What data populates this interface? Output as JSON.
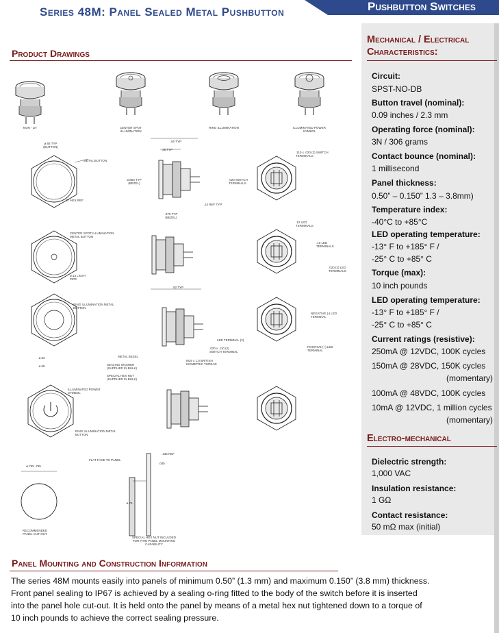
{
  "header": {
    "series_title": "Series 48M: Panel Sealed Metal Pushbutton",
    "category_tab": "Pushbutton Switches"
  },
  "drawings_section": {
    "title": "Product Drawings",
    "labels": {
      "non_lit": "NON - LIT",
      "center_spot": "CENTER SPOT ILLUMINATION",
      "ring": "RING ILLUMINATION",
      "illum_symbol": "ILLUMINATED POWER SYMBOL",
      "button_dia": "ø.65 TYP (BUTTON)",
      "metal_button": "METAL BUTTON",
      "hex_ref": "87 HEX REF",
      "bezel_dia": "ø.850 TYP (BEZEL)",
      "dim_60": ".60 TYP",
      "dim_38": ".38 TYP",
      "dim_14": ".14 REF TYP",
      "dim_070": ".070 TYP (BEZEL)",
      "switch_terminals_top": ".110 x .020 (2) SWITCH TERMINALS",
      "switch_terminals_side": ".020 SWITCH TERMINALS",
      "center_spot_button": "CENTER SPOT ILLUMINATION METAL BUTTON",
      "light_pipe": "ø.13 LIGHT PIPE",
      "dim_92": ".92 TYP",
      "led_terminals_12": ".12 LED TERMINALS",
      "led_terminals_10": ".10 LED TERMINALS",
      "led_terminals_020": ".020 (2) LED TERMINALS",
      "ring_button": "RING ILLUMINATION METAL BUTTON",
      "negative_led": "NEGATIVE (-) LED TERMINAL",
      "led_terminal_2": "LED TERMINAL (2)",
      "switch_terminal_2": ".020 x .110 (2) SWITCH TERMINAL",
      "positive_led": "POSITIVE (+) LED TERMINAL",
      "metal_bezel": "METAL BEZEL",
      "thread": "M19 x 1.0 BRITISH ISOMETRIC THREAD",
      "sealing_washer": "SEALING WASHER (SUPPLIED IN BULK)",
      "special_hex_nut": "SPECIAL HEX NUT (SUPPLIED IN BULK)",
      "dim_53": "ø.53",
      "dim_65": "ø.65",
      "illum_power_symbol": "ILLUMINATED POWER SYMBOL",
      "ring_button_2": "RING ILLUMINATION METAL BUTTON",
      "dim_765": "ø.765 .755",
      "flat_face": "FLAT FACE TO PANEL",
      "dim_135": ".135 REF",
      "dim_045": ".045",
      "dim_75": "ø.75",
      "panel_cutout": "RECOMMENDED PANEL CUT-OUT",
      "thin_panel_nut": "SPECIAL HEX NUT INCLUDED FOR THIN PANEL MOUNTING CAPABILITY"
    }
  },
  "specs": {
    "mech_title_1": "Mechanical / Electrical",
    "mech_title_2": "Characteristics:",
    "items": [
      {
        "label": "Circuit:",
        "value": "SPST-NO-DB"
      },
      {
        "label": "Button travel (nominal):",
        "value": "0.09 inches / 2.3 mm"
      },
      {
        "label": "Operating force (nominal):",
        "value": "3N / 306 grams"
      },
      {
        "label": "Contact bounce (nominal):",
        "value": "1 millisecond"
      },
      {
        "label": "Panel thickness:",
        "value": "0.50” – 0.150” 1.3 – 3.8mm)"
      },
      {
        "label": "Temperature index:",
        "value": "-40°C to +85°C"
      },
      {
        "label": "LED operating temperature:",
        "value": "-13° F to +185° F /",
        "value2": "-25° C to +85° C"
      },
      {
        "label": "Torque (max):",
        "value": "10 inch pounds"
      },
      {
        "label": "LED operating temperature:",
        "value": "-13° F to +185° F /",
        "value2": "-25° C to +85° C"
      }
    ],
    "current": {
      "label": "Current ratings (resistive):",
      "r1": "250mA @ 12VDC, 100K cycles",
      "r2": "150mA @ 28VDC, 150K cycles",
      "r2b": "(momentary)",
      "r3": "100mA @ 48VDC, 100K cycles",
      "r4": "10mA @ 12VDC, 1 million cycles",
      "r4b": "(momentary)"
    },
    "electro_title": "Electro-mechanical",
    "electro": [
      {
        "label": "Dielectric strength:",
        "value": "1,000 VAC"
      },
      {
        "label": "Insulation resistance:",
        "value": "1 GΩ"
      },
      {
        "label": "Contact resistance:",
        "value": "50 mΩ max (initial)"
      }
    ]
  },
  "mounting_section": {
    "title": "Panel Mounting and Construction Information",
    "lines": [
      "The series 48M mounts easily into panels of minimum 0.50” (1.3 mm) and maximum 0.150” (3.8 mm) thickness.",
      "Front panel sealing to IP67 is achieved by a sealing o-ring fitted to the body of the switch before it is inserted",
      "into the panel hole cut-out. It is held onto the panel by means of a metal hex nut tightened down to a torque of",
      "10 inch pounds to achieve the correct sealing pressure."
    ]
  }
}
